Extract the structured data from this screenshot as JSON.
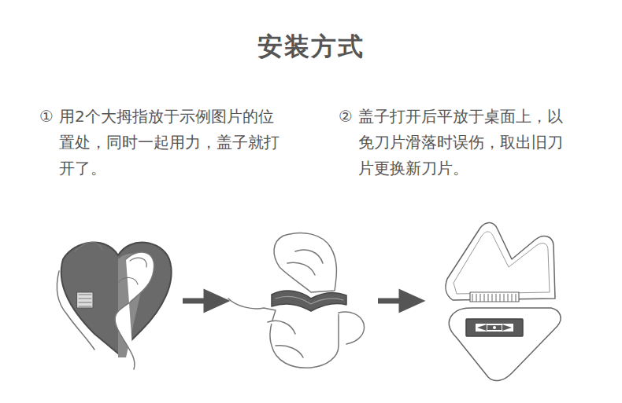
{
  "diagram": {
    "title": "安装方式",
    "labels": [
      "①",
      "用2个大拇指放于示例图片的位置处，同时一起用力，盖子就打开了。",
      "②",
      "盖子打开后平放于桌面上，以免刀片滑落时误伤，取出旧刀片更换新刀片。"
    ]
  }
}
